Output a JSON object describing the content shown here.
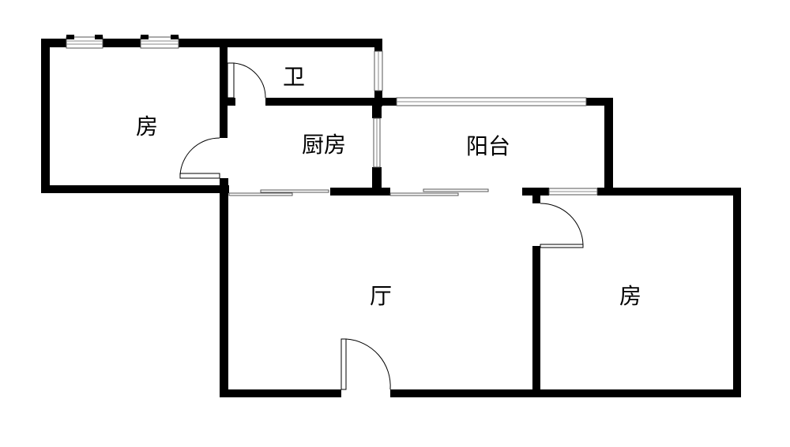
{
  "floor_plan": {
    "rooms": {
      "bedroom_left": "房",
      "bathroom": "卫",
      "kitchen": "厨房",
      "balcony": "阳台",
      "living_room": "厅",
      "bedroom_right": "房"
    },
    "colors": {
      "wall": "#000000",
      "background": "#ffffff"
    }
  }
}
